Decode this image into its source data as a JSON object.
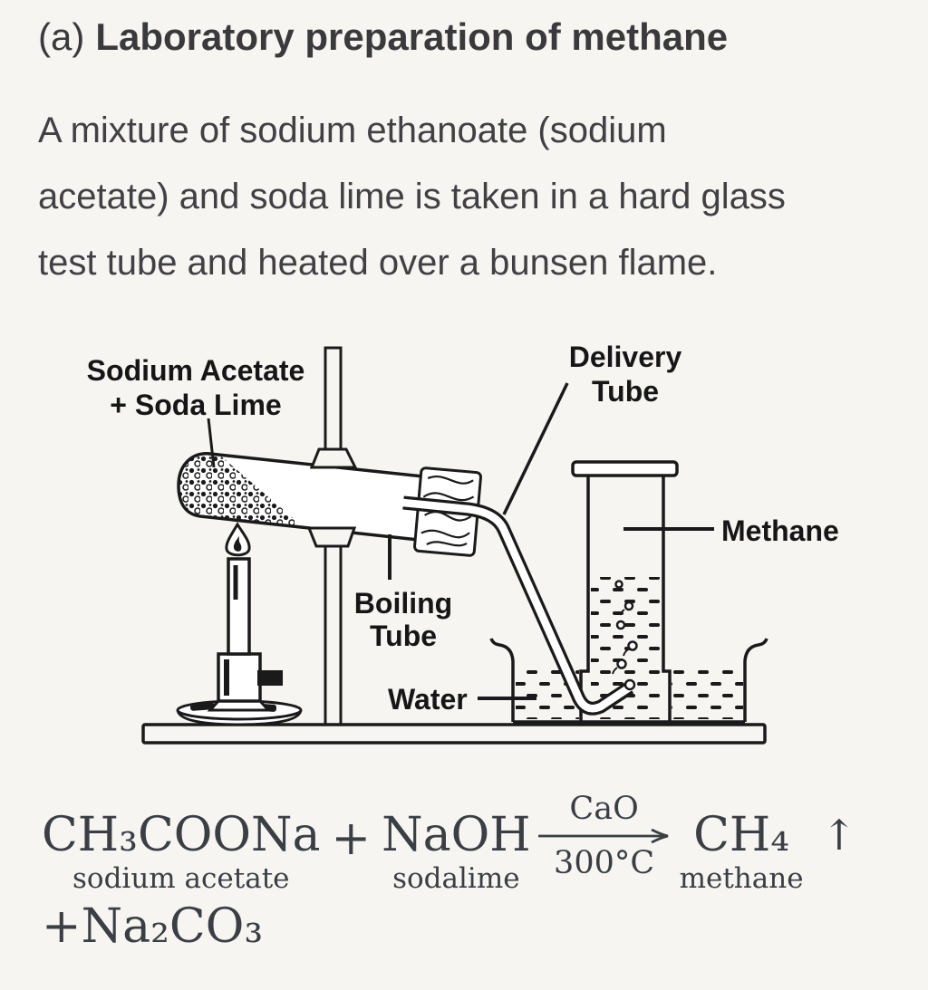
{
  "heading": {
    "prefix": "(a)",
    "title": "Laboratory preparation of methane"
  },
  "paragraph": {
    "lines": [
      "A mixture of sodium ethanoate (sodium",
      "acetate) and soda lime is taken in a hard glass",
      "test tube and heated over a bunsen flame."
    ]
  },
  "diagram": {
    "labels": {
      "mixture_line1": "Sodium Acetate",
      "mixture_line2": "+ Soda Lime",
      "delivery_line1": "Delivery",
      "delivery_line2": "Tube",
      "methane": "Methane",
      "boiling_line1": "Boiling",
      "boiling_line2": "Tube",
      "water": "Water"
    }
  },
  "equation": {
    "reactant1": {
      "formula": "CH₃COONa",
      "label": "sodium acetate"
    },
    "operator": "+",
    "reactant2": {
      "formula": "NaOH",
      "label": "sodalime"
    },
    "condition_above": "CaO",
    "condition_below": "300°C",
    "product": {
      "formula": "CH₄",
      "label": "methane"
    },
    "gas_arrow": "↑",
    "byproduct": "+Na₂CO₃"
  }
}
